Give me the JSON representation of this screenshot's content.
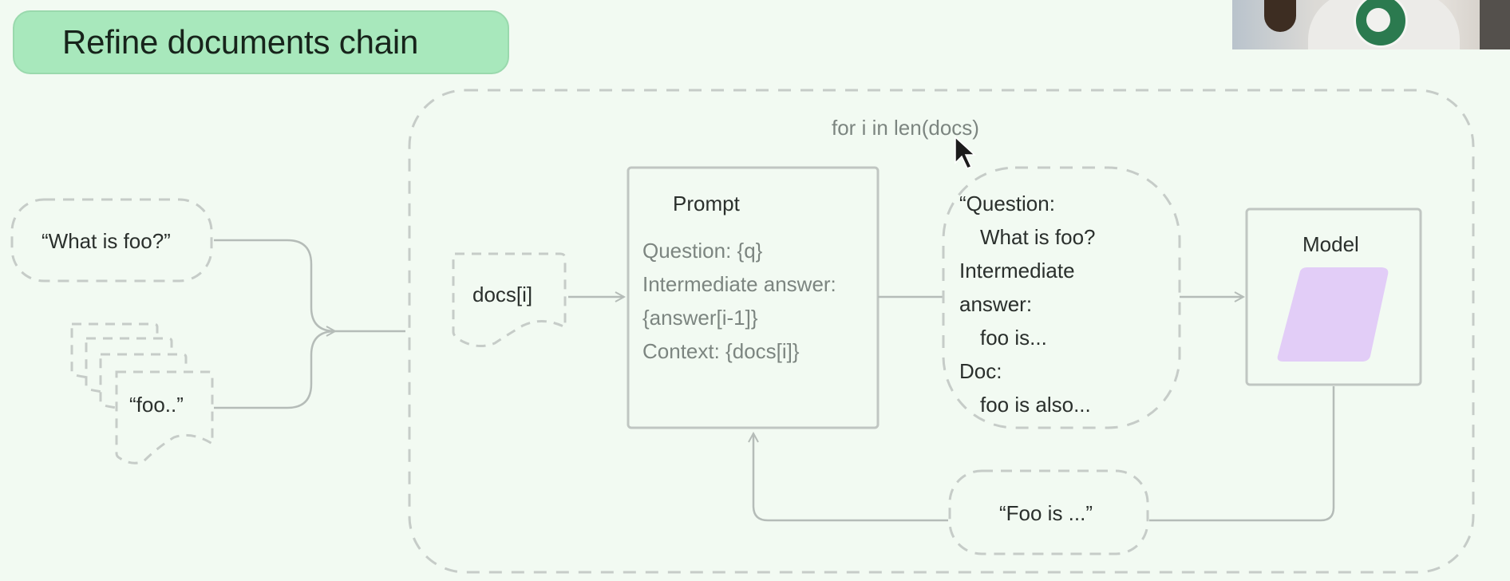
{
  "title": "Refine documents chain",
  "loop_label": "for i in len(docs)",
  "question_input": "“What is foo?”",
  "docs_input": "“foo..”",
  "docs_i": "docs[i]",
  "prompt": {
    "heading": "Prompt",
    "lines": [
      "Question: {q}",
      "Intermediate answer:",
      "{answer[i-1]}",
      "Context: {docs[i]}"
    ]
  },
  "filled_prompt": {
    "lines": [
      "“Question:",
      "What is foo?",
      "Intermediate",
      "answer:",
      "foo is...",
      "Doc:",
      "foo is also..."
    ]
  },
  "model": {
    "label": "Model",
    "color": "#e2cdf7"
  },
  "answer_output": "“Foo is ...”",
  "colors": {
    "background": "#f2faf2",
    "title_fill": "#a8e8bc",
    "line": "#b5bcb8",
    "dashed": "#c6ccc8"
  }
}
